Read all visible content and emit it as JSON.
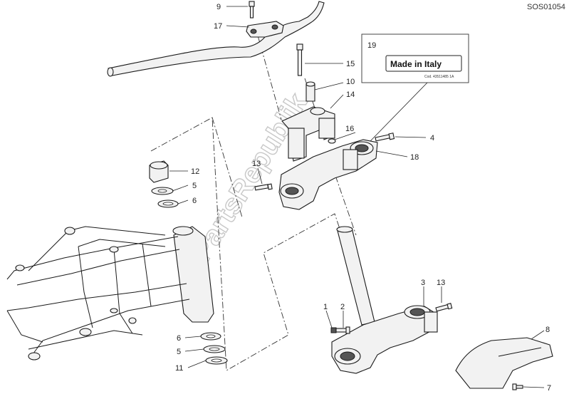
{
  "diagram": {
    "code": "SOS01054",
    "watermark": "PartsRepublik",
    "label_plate": {
      "main_text": "Made in Italy",
      "small_text": "Cod. 43511485 1A"
    },
    "callouts": {
      "c9": "9",
      "c17": "17",
      "c19": "19",
      "c15": "15",
      "c10": "10",
      "c14": "14",
      "c16": "16",
      "c4": "4",
      "c18": "18",
      "c13a": "13",
      "c12": "12",
      "c5a": "5",
      "c6a": "6",
      "c3": "3",
      "c13b": "13",
      "c1": "1",
      "c2": "2",
      "c8": "8",
      "c6b": "6",
      "c5b": "5",
      "c11": "11",
      "c7": "7"
    }
  }
}
